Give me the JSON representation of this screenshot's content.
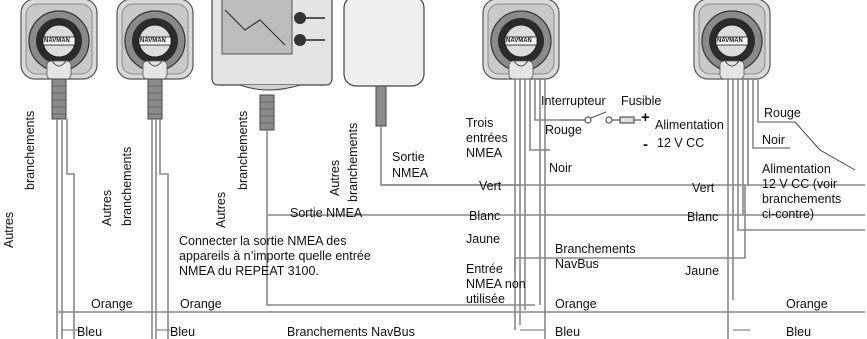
{
  "labels": {
    "autres_branchements": "Autres branchements",
    "autres": "Autres",
    "branchements": "branchements",
    "sortie_nmea": "Sortie NMEA",
    "sortie": "Sortie",
    "nmea": "NMEA",
    "trois_entrees_nmea": "Trois\nentrées\nNMEA",
    "interrupteur": "Interrupteur",
    "fusible": "Fusible",
    "rouge": "Rouge",
    "noir": "Noir",
    "plus": "+",
    "minus": "-",
    "alimentation": "Alimentation",
    "volts": "12 V CC",
    "alimentation_right": "Alimentation\n12 V CC (voir\nbranchements\nci-contre)",
    "vert": "Vert",
    "blanc": "Blanc",
    "jaune": "Jaune",
    "connect_note": "Connecter la sortie NMEA des\nappareils à n’importe quelle entrée\nNMEA du REPEAT 3100.",
    "entree_nmea_non_utilisee": "Entrée\nNMEA non\nutilisée",
    "branchements_navbus_2": "Branchements\nNavBus",
    "orange": "Orange",
    "bleu": "Bleu",
    "branchements_navbus": "Branchements NavBus",
    "brand": "NAVMAN"
  }
}
